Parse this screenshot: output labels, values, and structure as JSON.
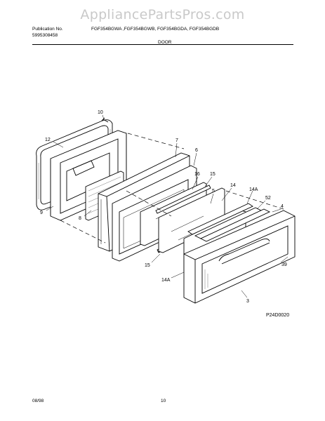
{
  "watermark": "AppliancePartsPros.com",
  "header": {
    "publication_label": "Publication No.",
    "publication_number": "5995308458",
    "models": "FGF354BGWA ,FGF354BGWB, FGF354BGDA, FGF354BGDB",
    "section_title": "DOOR"
  },
  "callouts": {
    "c10": "10",
    "c12": "12",
    "c7": "7",
    "c6": "6",
    "c16": "16",
    "c15a": "15",
    "c5": "5",
    "c14": "14",
    "c14a_top": "14A",
    "c52": "52",
    "c4": "4",
    "c9": "9",
    "c8": "8",
    "c15b": "15",
    "c14a_bottom": "14A",
    "c39": "39",
    "c3": "3"
  },
  "diagram_code": "P24D0020",
  "footer": {
    "date": "08/98",
    "page": "10"
  }
}
